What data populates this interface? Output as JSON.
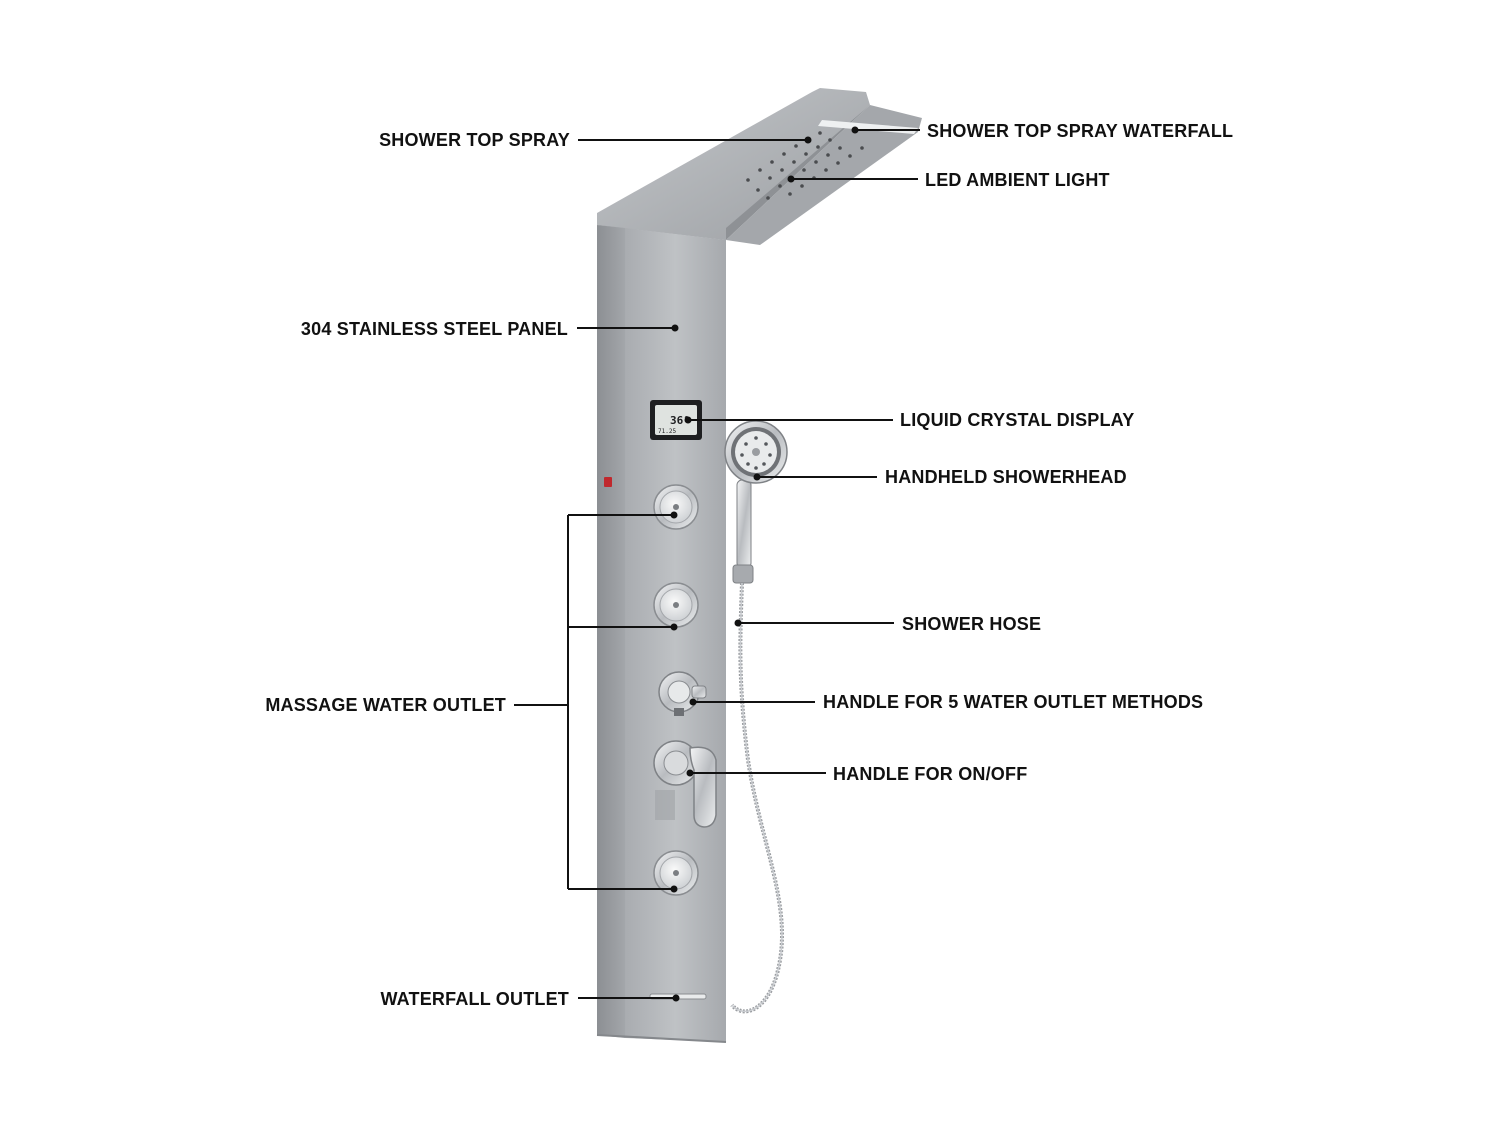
{
  "labels": {
    "shower_top_spray": "SHOWER TOP SPRAY",
    "shower_top_spray_waterfall": "SHOWER TOP SPRAY WATERFALL",
    "led_ambient_light": "LED AMBIENT LIGHT",
    "stainless_steel_panel": "304 STAINLESS STEEL PANEL",
    "liquid_crystal_display": "LIQUID CRYSTAL DISPLAY",
    "handheld_showerhead": "HANDHELD SHOWERHEAD",
    "shower_hose": "SHOWER HOSE",
    "massage_water_outlet": "MASSAGE WATER OUTLET",
    "handle_5_outlet_methods": "HANDLE FOR 5 WATER OUTLET METHODS",
    "handle_on_off": "HANDLE FOR ON/OFF",
    "waterfall_outlet": "WATERFALL OUTLET"
  },
  "display": {
    "temperature": "36°",
    "secondary": "71.25"
  },
  "colors": {
    "label_text": "#111111",
    "panel_steel": "#b4b7bb",
    "panel_shadow": "#8f9296",
    "chrome": "#d8dadc",
    "lcd_screen": "#1e1f21",
    "indicator_red": "#c0282d"
  }
}
